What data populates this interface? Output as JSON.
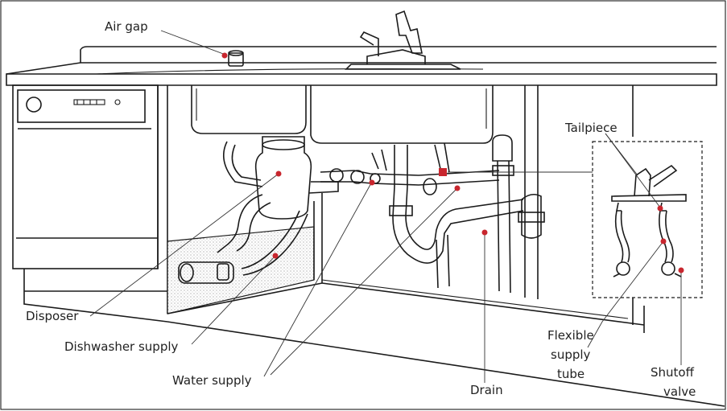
{
  "labels": {
    "air_gap": "Air gap",
    "tailpiece": "Tailpiece",
    "disposer": "Disposer",
    "dishwasher_supply": "Dishwasher supply",
    "water_supply": "Water supply",
    "drain": "Drain",
    "flexible_supply_tube": [
      "Flexible",
      "supply",
      "tube"
    ],
    "shutoff_valve": [
      "Shutoff",
      "valve"
    ]
  },
  "colors": {
    "marker": "#c8262e",
    "ink": "#1b1b1b",
    "background": "#ffffff"
  }
}
